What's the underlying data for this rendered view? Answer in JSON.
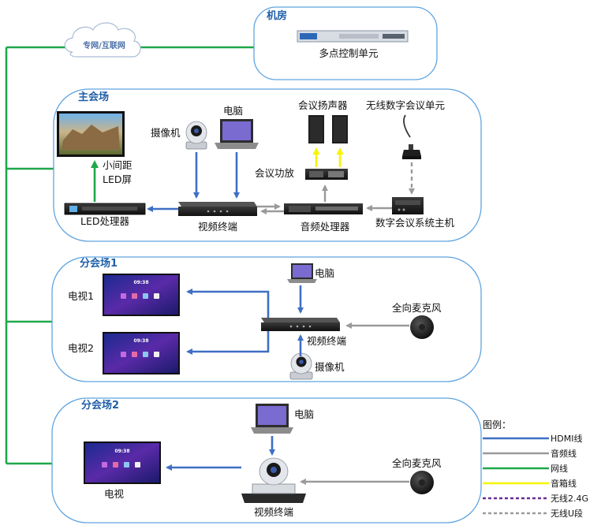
{
  "network_cloud": "专网/互联网",
  "zones": {
    "machine_room": {
      "title": "机房",
      "mcu_label": "多点控制单元"
    },
    "main_venue": {
      "title": "主会场",
      "led_screen_line1": "小间距",
      "led_screen_line2": "LED屏",
      "led_processor": "LED处理器",
      "camera": "摄像机",
      "computer": "电脑",
      "video_terminal": "视频终端",
      "speakers": "会议扬声器",
      "amplifier": "会议功放",
      "audio_processor": "音频处理器",
      "wireless_unit": "无线数字会议单元",
      "conference_host": "数字会议系统主机"
    },
    "branch_1": {
      "title": "分会场1",
      "tv1": "电视1",
      "tv2": "电视2",
      "computer": "电脑",
      "video_terminal": "视频终端",
      "camera": "摄像机",
      "microphone": "全向麦克风",
      "screen_clock": "09:38"
    },
    "branch_2": {
      "title": "分会场2",
      "tv": "电视",
      "computer": "电脑",
      "video_terminal": "视频终端",
      "microphone": "全向麦克风",
      "screen_clock": "09:38"
    }
  },
  "legend": {
    "title": "图例：",
    "items": [
      {
        "label": "HDMI线",
        "color": "#3f6fc4",
        "style": "solid"
      },
      {
        "label": "音频线",
        "color": "#9a9a9a",
        "style": "solid"
      },
      {
        "label": "网线",
        "color": "#1ea84a",
        "style": "solid"
      },
      {
        "label": "音箱线",
        "color": "#f5f500",
        "style": "solid"
      },
      {
        "label": "无线2.4G",
        "color": "#6a2d8f",
        "style": "dashed"
      },
      {
        "label": "无线U段",
        "color": "#9a9a9a",
        "style": "dashed"
      }
    ]
  }
}
